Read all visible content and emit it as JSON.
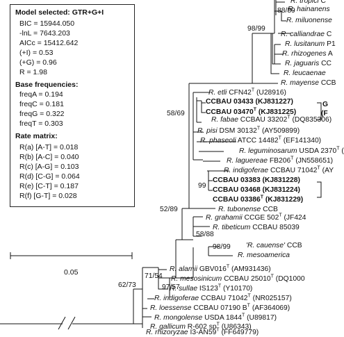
{
  "model": {
    "title": "Model selected: GTR+G+I",
    "params": [
      "BIC = 15944.050",
      "-lnL = 7643.203",
      "AICc = 15412.642",
      "(+I) = 0.53",
      "(+G) = 0.96",
      "R = 1.98"
    ],
    "freq_title": "Base frequencies:",
    "freqs": [
      "freqA = 0.194",
      "freqC = 0.181",
      "freqG = 0.322",
      "freqT = 0.303"
    ],
    "rate_title": "Rate matrix:",
    "rates": [
      "R(a) [A-T] = 0.018",
      "R(b) [A-C] = 0.040",
      "R(c) [A-G] = 0.103",
      "R(d) [C-G] = 0.064",
      "R(e) [C-T] = 0.187",
      "R(f) [G-T] = 0.028"
    ]
  },
  "scale_label": "0.05",
  "bootstrap": [
    "98/99",
    "88/89",
    "58/69",
    "99",
    "52/89",
    "58/88",
    "71/54",
    "98/99",
    "97/57",
    "62/73"
  ],
  "taxa": [
    {
      "pre": "R. tropici C",
      "sup": "",
      "post": "",
      "bold": false
    },
    {
      "pre": "R. hainanens",
      "sup": "",
      "post": "",
      "bold": false
    },
    {
      "pre": "R. miluonense",
      "sup": "",
      "post": "",
      "bold": false
    },
    {
      "pre": "R. calliandrae C",
      "sup": "",
      "post": "",
      "bold": false
    },
    {
      "pre": "R. lusitanum P1",
      "sup": "",
      "post": "",
      "bold": false
    },
    {
      "pre": "R. rhizogenes A",
      "sup": "",
      "post": "",
      "bold": false
    },
    {
      "pre": "R. jaguaris CC",
      "sup": "",
      "post": "",
      "bold": false
    },
    {
      "pre": "R. leucaenae",
      "sup": "",
      "post": "",
      "bold": false
    },
    {
      "pre": "R. mayense CCB",
      "sup": "",
      "post": "",
      "bold": false
    },
    {
      "pre": "R. etli CFN42",
      "sup": "T",
      "post": " (U28916)",
      "bold": false
    },
    {
      "pre": "CCBAU 03433 (KJ831227)",
      "sup": "",
      "post": "",
      "bold": true
    },
    {
      "pre": "CCBAU 03470",
      "sup": "T",
      "post": " (KJ831225)",
      "bold": true
    },
    {
      "pre": "R. fabae CCBAU 33202",
      "sup": "T",
      "post": " (DQ835306)",
      "bold": false
    },
    {
      "pre": "R. pisi DSM 30132",
      "sup": "T",
      "post": " (AY509899)",
      "bold": false
    },
    {
      "pre": "R. phaseoli ATCC 14482",
      "sup": "T",
      "post": " (EF141340)",
      "bold": false
    },
    {
      "pre": "R. leguminosarum USDA 2370",
      "sup": "T",
      "post": " (",
      "bold": false
    },
    {
      "pre": "R. laguereae FB206",
      "sup": "T",
      "post": " (JN558651)",
      "bold": false
    },
    {
      "pre": "R. indigoferae CCBAU 71042",
      "sup": "T",
      "post": " (AY",
      "bold": false
    },
    {
      "pre": "CCBAU 03383 (KJ831228)",
      "sup": "",
      "post": "",
      "bold": true
    },
    {
      "pre": "CCBAU 03468 (KJ831224)",
      "sup": "",
      "post": "",
      "bold": true
    },
    {
      "pre": "CCBAU 03386",
      "sup": "T",
      "post": " (KJ831229)",
      "bold": true
    },
    {
      "pre": "R. tubonense CCB",
      "sup": "",
      "post": "",
      "bold": false
    },
    {
      "pre": "R. grahamii CCGE 502",
      "sup": "T",
      "post": " (JF424",
      "bold": false
    },
    {
      "pre": "R. tibeticum CCBAU 85039",
      "sup": "",
      "post": "",
      "bold": false
    },
    {
      "pre": "'R. cauense' CCB",
      "sup": "",
      "post": "",
      "bold": false
    },
    {
      "pre": "R. mesoamerica",
      "sup": "",
      "post": "",
      "bold": false
    },
    {
      "pre": "R. alamii GBV016",
      "sup": "T",
      "post": " (AM931436)",
      "bold": false
    },
    {
      "pre": "R. mesosinicum CCBAU 25010",
      "sup": "T",
      "post": " (DQ1000",
      "bold": false
    },
    {
      "pre": "R. sullae IS123",
      "sup": "T",
      "post": " (Y10170)",
      "bold": false
    },
    {
      "pre": "R. indigoferae CCBAU 71042",
      "sup": "T",
      "post": " (NR025157)",
      "bold": false
    },
    {
      "pre": "R. loessense CCBAU 07190 B",
      "sup": "T",
      "post": " (AF364069)",
      "bold": false
    },
    {
      "pre": "R. mongolense USDA 1844",
      "sup": "T",
      "post": " (U89817)",
      "bold": false
    },
    {
      "pre": "R. gallicum R-602 sp",
      "sup": "T",
      "post": " (U86343)",
      "bold": false
    },
    {
      "pre": "R. rhizoryzae I3-AN59",
      "sup": "T",
      "post": " (FF649779)",
      "bold": false
    }
  ],
  "group_labels": [
    "G",
    "(F"
  ]
}
